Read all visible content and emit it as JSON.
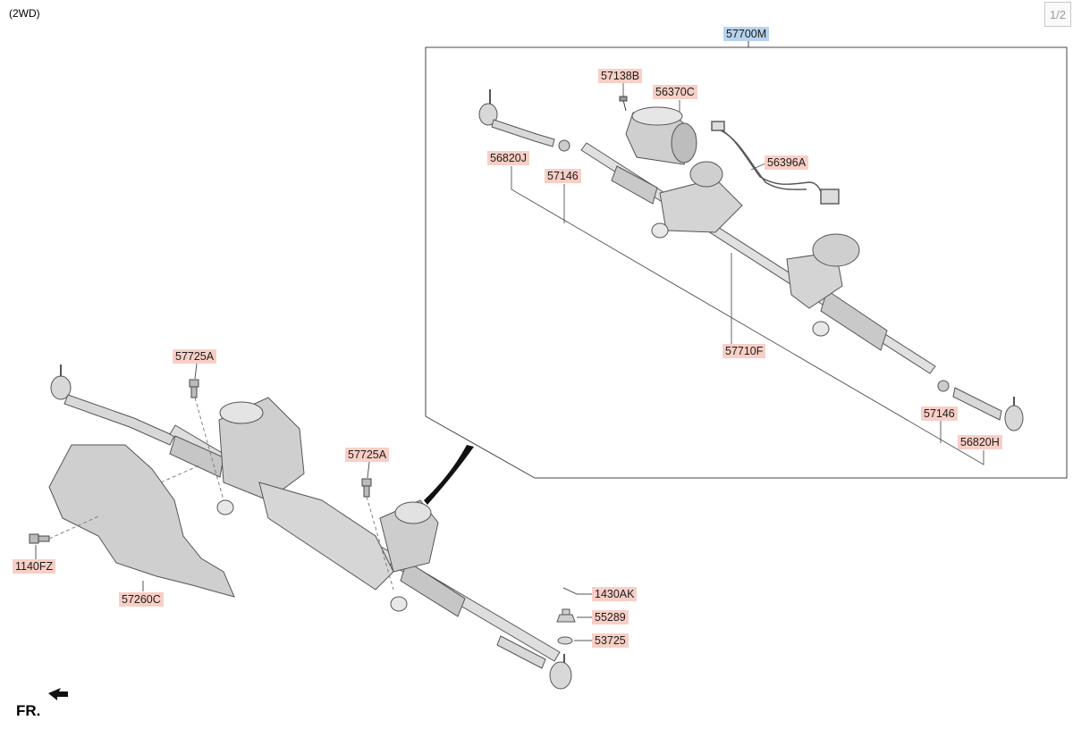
{
  "header": {
    "variant": "(2WD)",
    "page_indicator": "1/2"
  },
  "direction_label": "FR.",
  "assembly": {
    "number": "57700M"
  },
  "part_labels": [
    {
      "id": "lbl-57700M",
      "text": "57700M",
      "style": "blue"
    },
    {
      "id": "lbl-57138B",
      "text": "57138B",
      "style": "red"
    },
    {
      "id": "lbl-56370C",
      "text": "56370C",
      "style": "red"
    },
    {
      "id": "lbl-56820J",
      "text": "56820J",
      "style": "red"
    },
    {
      "id": "lbl-57146-top",
      "text": "57146",
      "style": "red"
    },
    {
      "id": "lbl-56396A",
      "text": "56396A",
      "style": "red"
    },
    {
      "id": "lbl-57710F",
      "text": "57710F",
      "style": "red"
    },
    {
      "id": "lbl-57146-bottom",
      "text": "57146",
      "style": "red"
    },
    {
      "id": "lbl-56820H",
      "text": "56820H",
      "style": "red"
    },
    {
      "id": "lbl-57725A-left",
      "text": "57725A",
      "style": "red"
    },
    {
      "id": "lbl-57725A-right",
      "text": "57725A",
      "style": "red"
    },
    {
      "id": "lbl-1140FZ",
      "text": "1140FZ",
      "style": "red"
    },
    {
      "id": "lbl-57260C",
      "text": "57260C",
      "style": "red"
    },
    {
      "id": "lbl-1430AK",
      "text": "1430AK",
      "style": "red"
    },
    {
      "id": "lbl-55289",
      "text": "55289",
      "style": "red"
    },
    {
      "id": "lbl-53725",
      "text": "53725",
      "style": "red"
    }
  ]
}
